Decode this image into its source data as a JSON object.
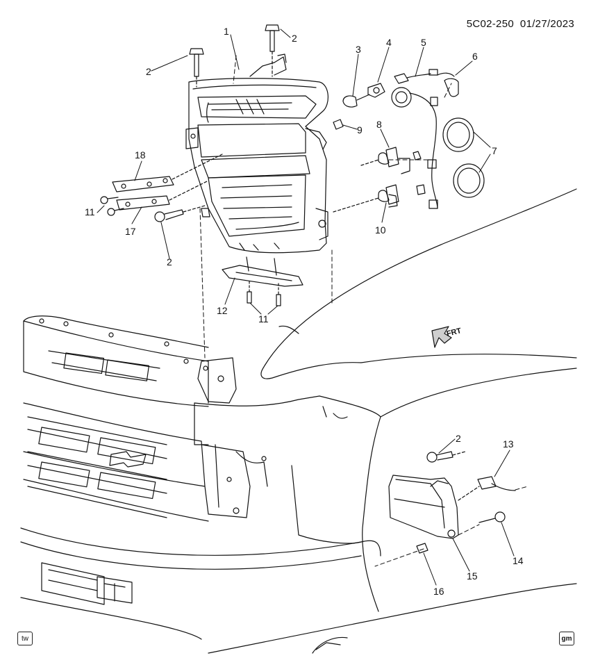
{
  "header": {
    "code": "5C02-250",
    "date": "01/27/2023"
  },
  "direction": {
    "label": "FRT"
  },
  "badges": {
    "left": "tw",
    "right": "gm"
  },
  "callouts": [
    "1",
    "2",
    "2",
    "2",
    "2",
    "2",
    "3",
    "4",
    "5",
    "6",
    "7",
    "8",
    "9",
    "10",
    "11",
    "11",
    "12",
    "13",
    "14",
    "15",
    "16",
    "17",
    "18"
  ],
  "icons": [
    "front-direction-arrow-icon",
    "tw-badge-icon",
    "gm-logo-icon"
  ],
  "colors": {
    "line": "#111111",
    "fill": "#ffffff",
    "shade": "#cfcfcf"
  }
}
